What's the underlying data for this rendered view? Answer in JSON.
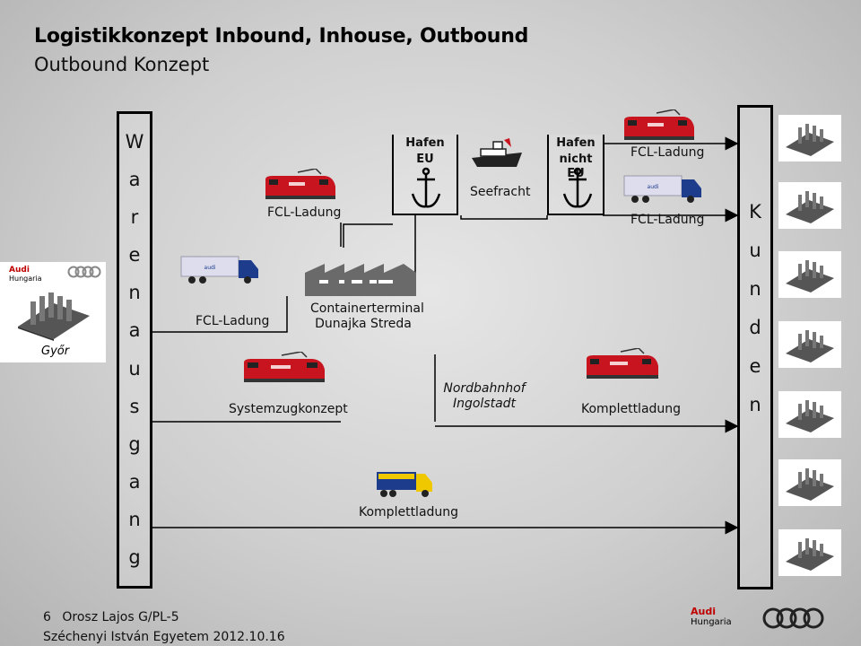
{
  "header": {
    "title": "Logistikkonzept Inbound, Inhouse, Outbound",
    "subtitle": "Outbound Konzept"
  },
  "source": {
    "brand": "Audi",
    "brand_sub": "Hungaria",
    "city": "Győr"
  },
  "left_column": {
    "letters": [
      "W",
      "a",
      "r",
      "e",
      "n",
      "a",
      "u",
      "s",
      "g",
      "a",
      "n",
      "g"
    ]
  },
  "right_column": {
    "letters": [
      "K",
      "u",
      "n",
      "d",
      "e",
      "n"
    ]
  },
  "labels": {
    "fcl_rail_to_port": "FCL-Ladung",
    "fcl_truck_to_terminal": "FCL-Ladung",
    "systemzug": "Systemzugkonzept",
    "terminal_line1": "Containerterminal",
    "terminal_line2": "Dunajka Streda",
    "port_eu_line1": "Hafen",
    "port_eu_line2": "EU",
    "seefracht": "Seefracht",
    "port_noneu_line1": "Hafen",
    "port_noneu_line2": "nicht EU",
    "fcl_rail_out": "FCL-Ladung",
    "fcl_truck_out": "FCL-Ladung",
    "nordbahnhof_line1": "Nordbahnhof",
    "nordbahnhof_line2": "Ingolstadt",
    "komplett_rail": "Komplettladung",
    "komplett_truck": "Komplettladung"
  },
  "truck_brand": "audi",
  "footer": {
    "page": "6",
    "author": "Orosz Lajos G/PL-5",
    "institution": "Széchenyi István Egyetem 2012.10.16",
    "brand": "Audi",
    "brand_sub": "Hungaria"
  },
  "colors": {
    "train_red": "#c8141e",
    "truck_blue": "#1e3c8c",
    "truck_yellow": "#f0c800",
    "audi_red": "#c00000"
  }
}
